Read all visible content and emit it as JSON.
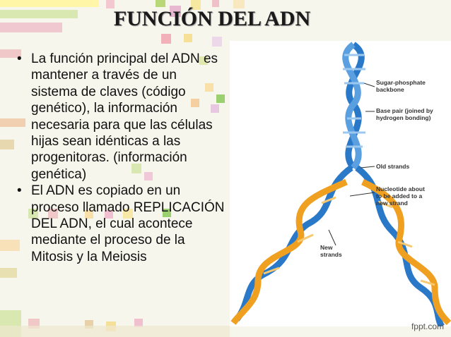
{
  "slide": {
    "title": "FUNCIÓN DEL ADN",
    "bullets": [
      "La función principal del ADN es mantener a través de un sistema de claves (código genético), la información necesaria para que las células hijas sean idénticas a las progenitoras. (información genética)",
      "El ADN es copiado en un proceso llamado REPLICACIÓN DEL ADN, el cual acontece mediante el proceso de la Mitosis y la Meiosis"
    ]
  },
  "figure": {
    "labels": {
      "backbone": "Sugar-phosphate backbone",
      "base_pair": "Base pair (joined by hydrogen bonding)",
      "old_strands": "Old strands",
      "nucleotide": "Nucleotide about to be added to a new strand",
      "new_strands": "New strands"
    }
  },
  "footer": {
    "credit": "fppt.com"
  },
  "colors": {
    "background": "#f6f6ec",
    "helix_blue": "#2a78c8",
    "helix_orange": "#f0a020",
    "deco_palette": [
      "#b8d878",
      "#f0c0c8",
      "#f4e890",
      "#d8e8b0",
      "#f2d0a8",
      "#e8b8d0"
    ]
  }
}
